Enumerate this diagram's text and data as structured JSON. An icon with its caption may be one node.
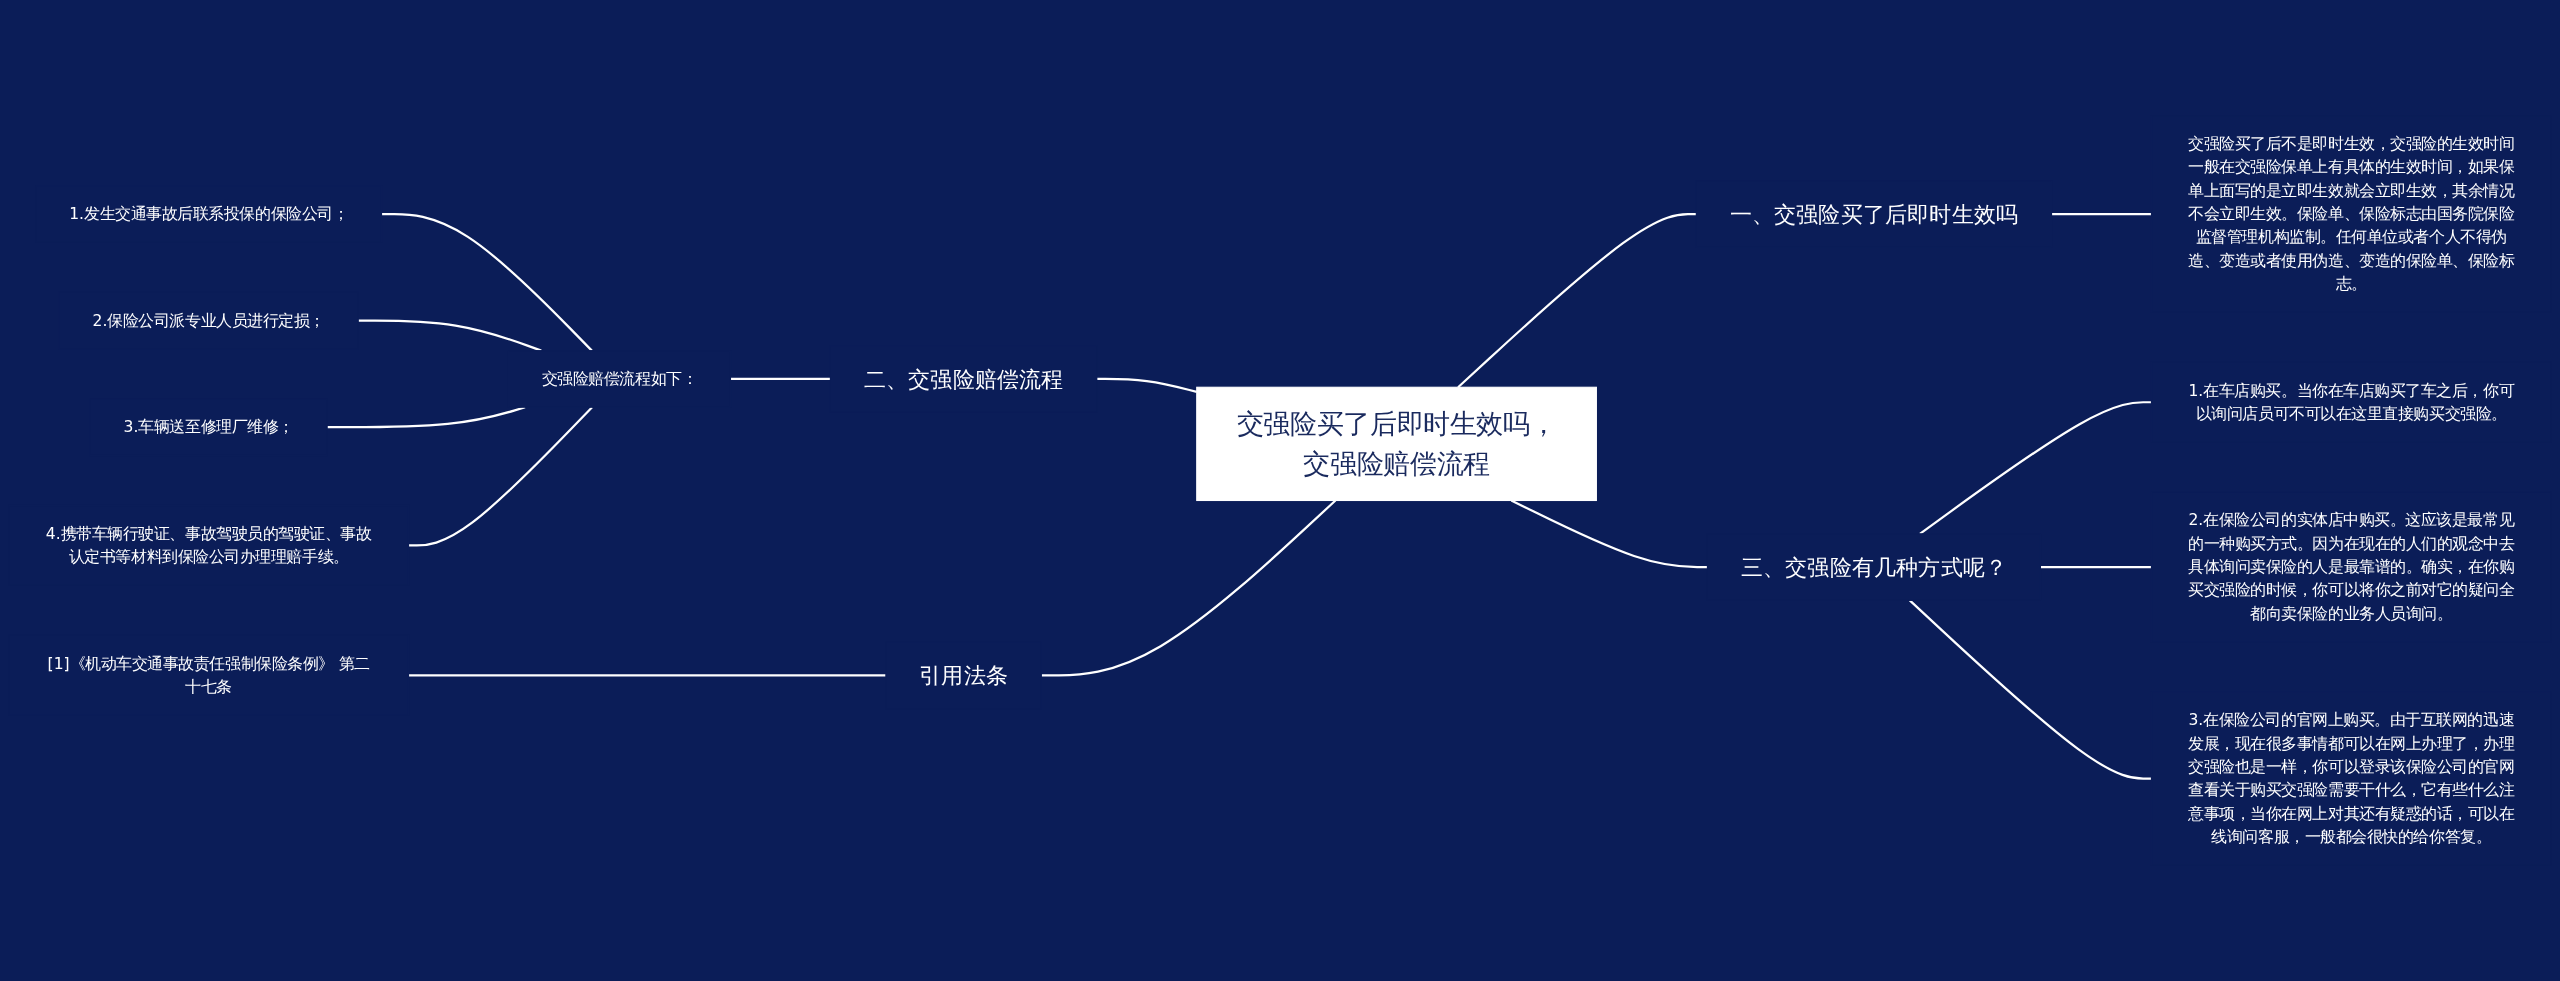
{
  "diagram": {
    "nodes": [
      {
        "text": [
          "交强险买了后即时生效吗，交强险赔偿流程"
        ]
      },
      {
        "text": [
          "一、交强险买了后即时生效吗"
        ]
      },
      {
        "text": [
          "交强险买了后不是即时生效，交强险的生效时间一般在交强险保单上有具体的生效时间，如果保单上面写的是立即生效就会立即生效，其余情况不会立即生效。保险单、保险标志由国务院保险监督管理机构监制。任何单位或者个人不得伪造、变造或者使用伪造、变造的保险单、保险标志。"
        ]
      },
      {
        "text": [
          "三、交强险有几种方式呢？"
        ]
      },
      {
        "text": [
          "1.在车店购买。当你在车店购买了车之后，你可以询问店员可不可以在这里直接购买交强险。"
        ]
      },
      {
        "text": [
          "2.在保险公司的实体店中购买。这应该是最常见的一种购买方式。因为在现在的人们的观念中去具体询问卖保险的人是最靠谱的。确实，在你购买交强险的时候，你可以将你之前对它的疑问全都向卖保险的业务人员询问。"
        ]
      },
      {
        "text": [
          "3.在保险公司的官网上购买。由于互联网的迅速发展，现在很多事情都可以在网上办理了，办理交强险也是一样，你可以登录该保险公司的官网查看关于购买交强险需要干什么，它有些什么注意事项，当你在网上对其还有疑惑的话，可以在线询问客服，一般都会很快的给你答复。"
        ]
      },
      {
        "text": [
          "二、交强险赔偿流程"
        ]
      },
      {
        "text": [
          "交强险赔偿流程如下："
        ]
      },
      {
        "text": [
          "1.发生交通事故后联系投保的保险公司；"
        ]
      },
      {
        "text": [
          "2.保险公司派专业人员进行定损；"
        ]
      },
      {
        "text": [
          "3.车辆送至修理厂维修；"
        ]
      },
      {
        "text": [
          "4.携带车辆行驶证、事故驾驶员的驾驶证、事故认定书等材料到保险公司办理理赔手续。"
        ]
      },
      {
        "text": [
          "引用法条"
        ]
      },
      {
        "text": [
          "[1]《机动车交通事故责任强制保险条例》 第二十七条"
        ]
      }
    ],
    "edges": [
      {
        "from": 0,
        "to": 1,
        "arrow": "none"
      },
      {
        "from": 1,
        "to": 2,
        "arrow": "none"
      },
      {
        "from": 0,
        "to": 3,
        "arrow": "none"
      },
      {
        "from": 3,
        "to": 4,
        "arrow": "none"
      },
      {
        "from": 3,
        "to": 5,
        "arrow": "none"
      },
      {
        "from": 3,
        "to": 6,
        "arrow": "none"
      },
      {
        "from": 0,
        "to": 7,
        "arrow": "none"
      },
      {
        "from": 7,
        "to": 8,
        "arrow": "none"
      },
      {
        "from": 8,
        "to": 9,
        "arrow": "none"
      },
      {
        "from": 8,
        "to": 10,
        "arrow": "none"
      },
      {
        "from": 8,
        "to": 11,
        "arrow": "none"
      },
      {
        "from": 8,
        "to": 12,
        "arrow": "none"
      },
      {
        "from": 0,
        "to": 13,
        "arrow": "none"
      },
      {
        "from": 13,
        "to": 14,
        "arrow": "none"
      }
    ]
  }
}
